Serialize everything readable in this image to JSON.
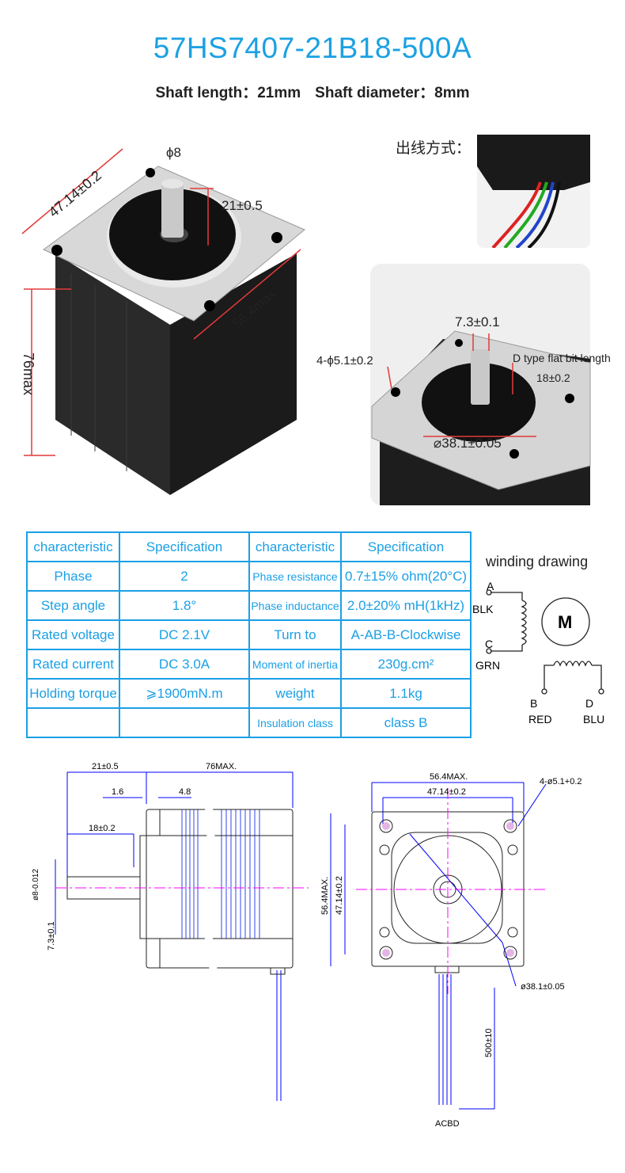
{
  "title": "57HS7407-21B18-500A",
  "subtitle": {
    "shaft_length": "Shaft length：21mm",
    "shaft_diameter": "Shaft diameter：8mm"
  },
  "photo_left": {
    "phi": "ϕ8",
    "shaft": "21±0.5",
    "width": "47.14±0.2",
    "diag": "56.4max",
    "height": "76max"
  },
  "wiring_label": "出线方式：",
  "photo_right": {
    "flat": "7.3±0.1",
    "holes": "4-ϕ5.1±0.2",
    "d_type": "D type flat bit length",
    "d_len": "18±0.2",
    "boss": "⌀38.1±0.05"
  },
  "table": {
    "headers": [
      "characteristic",
      "Specification",
      "characteristic",
      "Specification"
    ],
    "rows": [
      [
        "Phase",
        "2",
        "Phase resistance",
        "0.7±15% ohm(20°C)"
      ],
      [
        "Step angle",
        "1.8°",
        "Phase inductance",
        "2.0±20%  mH(1kHz)"
      ],
      [
        "Rated voltage",
        "DC  2.1V",
        "Turn to",
        "A-AB-B-Clockwise"
      ],
      [
        "Rated current",
        "DC  3.0A",
        "Moment of inertia",
        "230g.cm²"
      ],
      [
        "Holding torque",
        "⩾1900mN.m",
        "weight",
        "1.1kg"
      ],
      [
        "",
        "",
        "Insulation class",
        "class B"
      ]
    ]
  },
  "winding": {
    "title": "winding drawing",
    "A": "A",
    "BLK": "BLK",
    "C": "C",
    "GRN": "GRN",
    "M": "M",
    "B": "B",
    "RED": "RED",
    "D": "D",
    "BLU": "BLU"
  },
  "side_view": {
    "d1": "21±0.5",
    "d2": "76MAX.",
    "d3": "1.6",
    "d4": "4.8",
    "d5": "18±0.2",
    "d6": "ø8-0.012",
    "d7": "7.3±0.1"
  },
  "front_view": {
    "d1": "56.4MAX.",
    "d2": "47.14±0.2",
    "d3": "4-ø5.1+0.2",
    "d4": "56.4MAX.",
    "d5": "47.14±0.2",
    "d6": "ø38.1±0.05",
    "d7": "500±10",
    "d8": "ACBD"
  },
  "colors": {
    "accent": "#1ba1e2",
    "dim": "#0000ff",
    "center": "#ff00ff",
    "red_dim": "#e23a3a"
  }
}
